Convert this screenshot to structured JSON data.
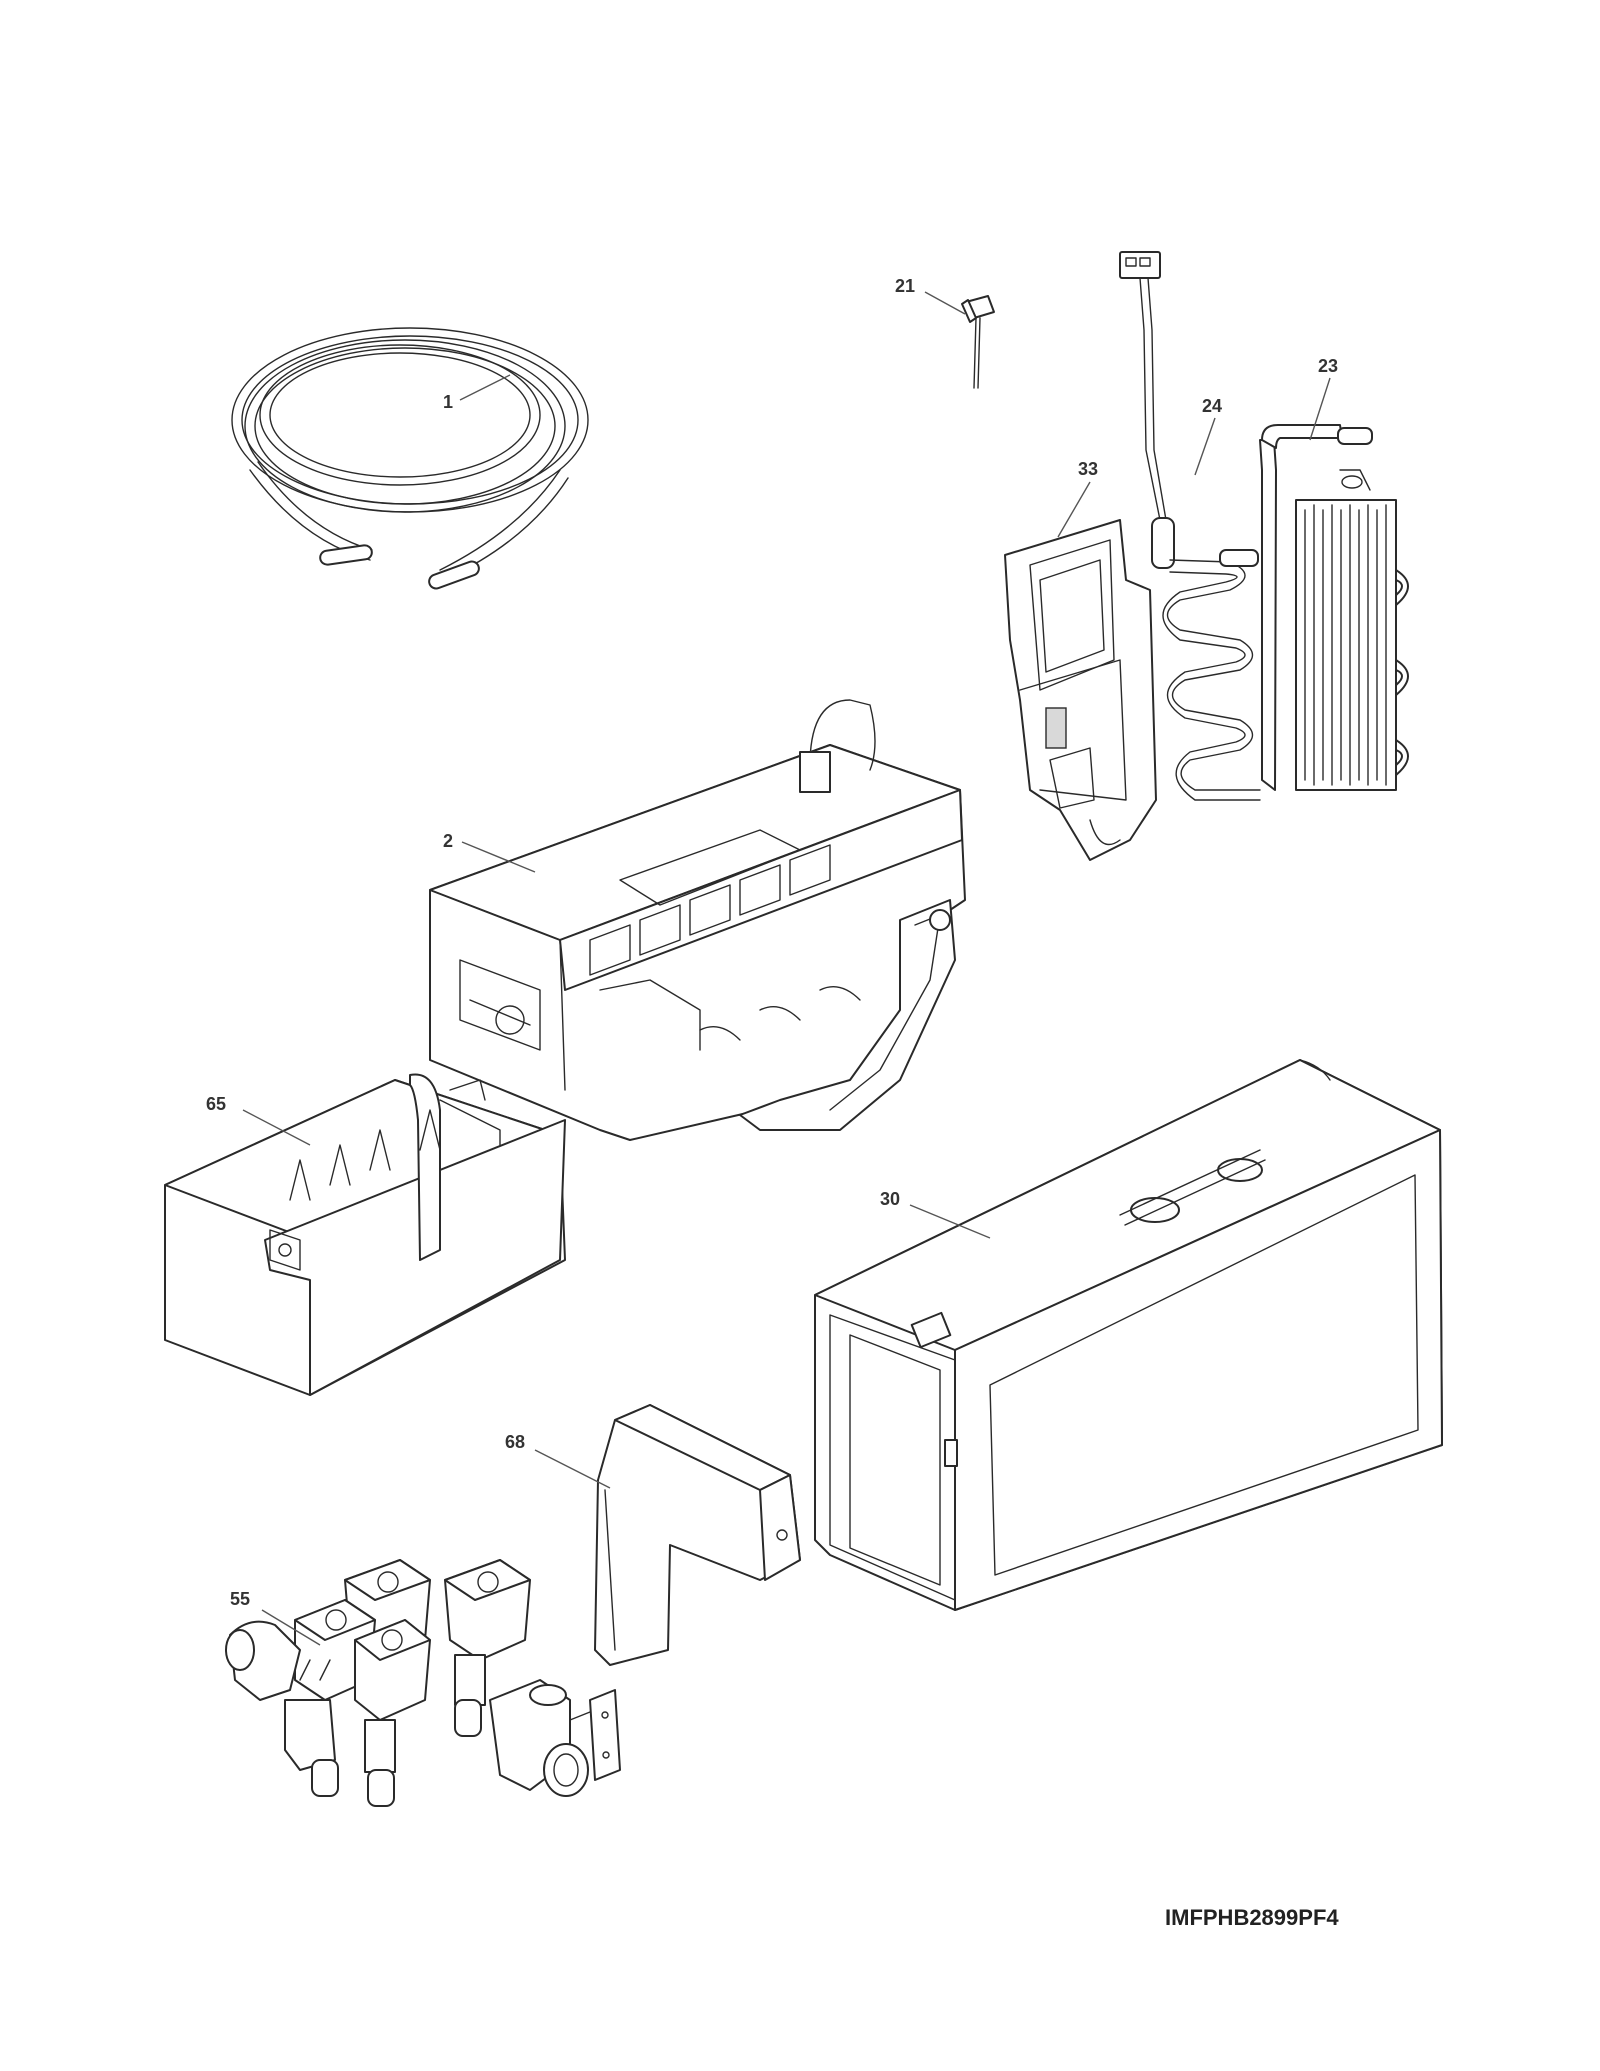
{
  "diagram": {
    "model_code": "IMFPHB2899PF4",
    "callouts": [
      {
        "id": "c1",
        "label": "1"
      },
      {
        "id": "c2",
        "label": "2"
      },
      {
        "id": "c21",
        "label": "21"
      },
      {
        "id": "c23",
        "label": "23"
      },
      {
        "id": "c24",
        "label": "24"
      },
      {
        "id": "c30",
        "label": "30"
      },
      {
        "id": "c33",
        "label": "33"
      },
      {
        "id": "c55",
        "label": "55"
      },
      {
        "id": "c65",
        "label": "65"
      },
      {
        "id": "c68",
        "label": "68"
      }
    ]
  }
}
